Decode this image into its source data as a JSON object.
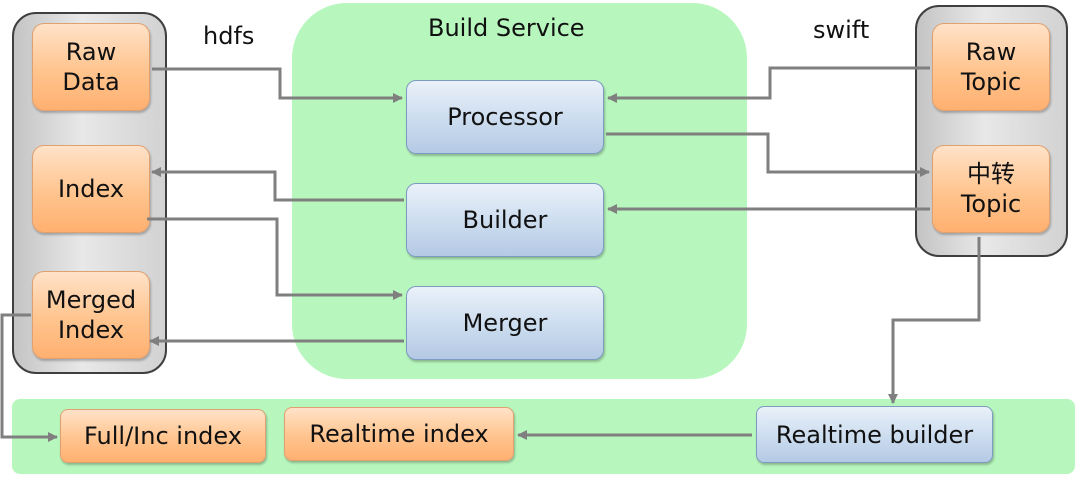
{
  "labels": {
    "hdfs": "hdfs",
    "swift": "swift",
    "build_service": "Build Service"
  },
  "left_panel": {
    "raw_data": [
      "Raw",
      "Data"
    ],
    "index": "Index",
    "merged_index": [
      "Merged",
      "Index"
    ]
  },
  "build_service": {
    "processor": "Processor",
    "builder": "Builder",
    "merger": "Merger"
  },
  "right_panel": {
    "raw_topic": [
      "Raw",
      "Topic"
    ],
    "transit_topic": [
      "中转",
      "Topic"
    ]
  },
  "bottom_bar": {
    "full_inc_index": "Full/Inc index",
    "realtime_index": "Realtime index",
    "realtime_builder": "Realtime builder"
  },
  "colors": {
    "green_area": "#b7f7bd",
    "orange_box": "#ffc48e",
    "blue_box": "#cbdcef",
    "grey_panel": "#d8d8d8",
    "arrow": "#7f7f7f"
  }
}
